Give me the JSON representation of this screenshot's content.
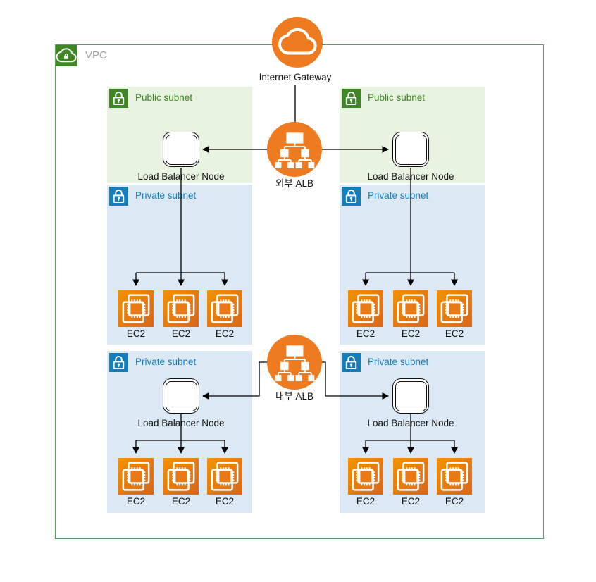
{
  "vpc": {
    "label": "VPC"
  },
  "internet_gateway": {
    "label": "Internet Gateway"
  },
  "alb": {
    "external_label": "외부 ALB",
    "internal_label": "내부 ALB"
  },
  "subnet": {
    "public_label": "Public subnet",
    "private_label": "Private subnet"
  },
  "node": {
    "load_balancer_label": "Load Balancer Node"
  },
  "ec2": {
    "label": "EC2"
  },
  "icons": {
    "vpc": "vpc-cloud-lock-icon",
    "internet_gateway": "internet-gateway-cloud-icon",
    "alb": "alb-node-tree-icon",
    "public_subnet": "public-subnet-lock-icon",
    "private_subnet": "private-subnet-lock-icon",
    "ec2": "ec2-instance-chip-icon"
  },
  "colors": {
    "aws_orange": "#EE7B20",
    "ec2_gradient_start": "#F39200",
    "ec2_gradient_end": "#D9661B",
    "public_green": "#3F8624",
    "public_subnet_bg": "#E9F3E1",
    "private_blue": "#147EBA",
    "private_subnet_bg": "#DCE9F5",
    "vpc_border_green": "#5D9C5D",
    "vpc_label_gray": "#9AA0A6",
    "connector_black": "#000000"
  }
}
